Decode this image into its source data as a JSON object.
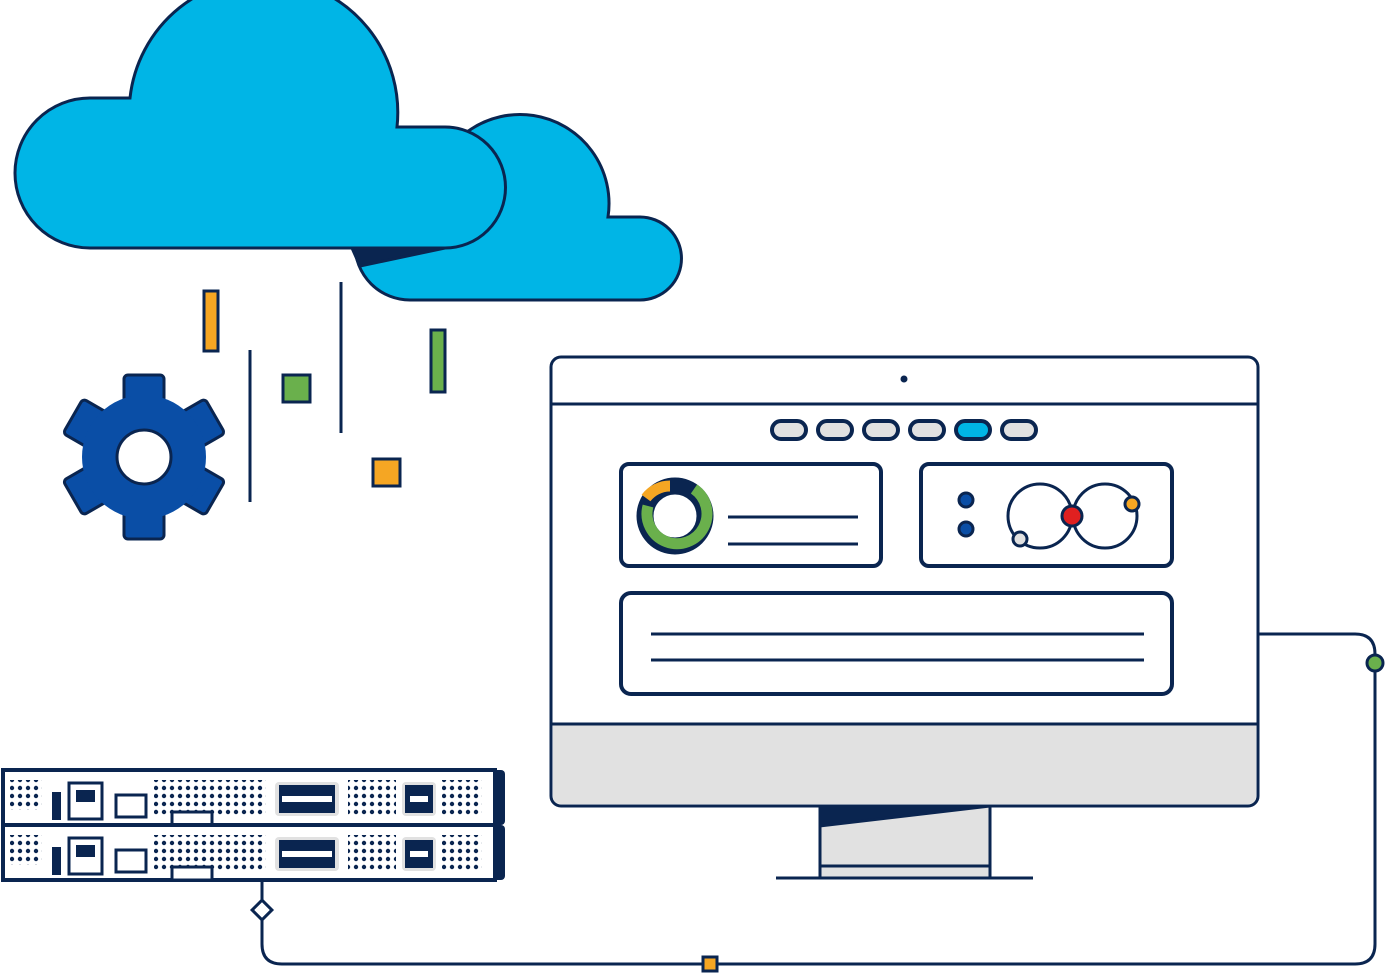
{
  "illustration": {
    "subject": "cloud-to-server-to-monitor",
    "icons": [
      "cloud-icon",
      "gear-icon",
      "server-rack-icon",
      "monitor-icon",
      "donut-chart-icon",
      "network-graph-icon"
    ],
    "dashboard_tabs": {
      "count": 6,
      "active_index": 4
    }
  },
  "colors": {
    "outline": "#0a2550",
    "cloud": "#00b5e6",
    "gear": "#0a4ea6",
    "orange": "#f5a623",
    "green": "#6ab04c",
    "grey": "#e1e1e1",
    "red": "#e02020",
    "active_tab": "#00b5e6"
  }
}
